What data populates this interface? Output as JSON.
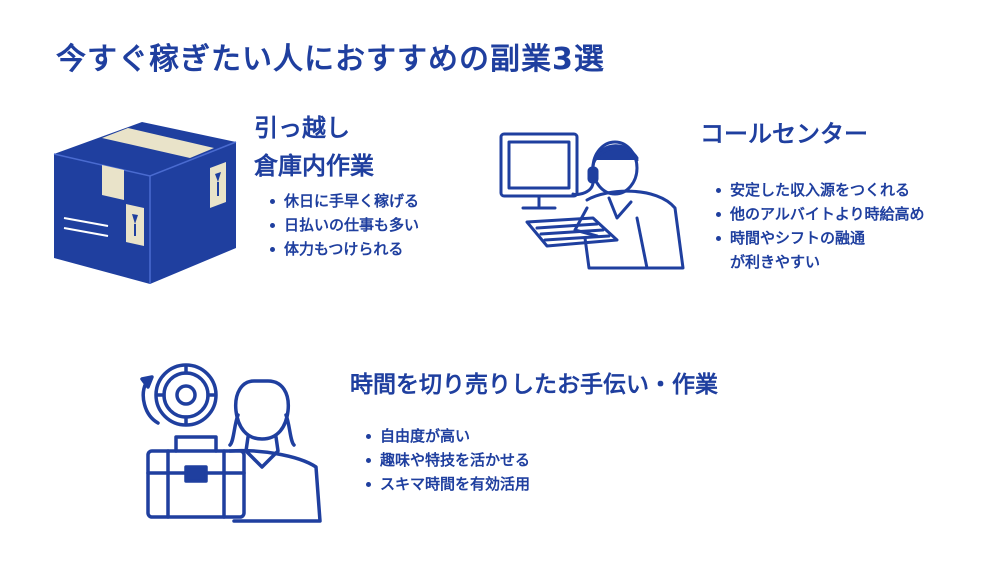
{
  "title": "今すぐ稼ぎたい人におすすめの副業3選",
  "sections": {
    "warehouse": {
      "title_line1": "引っ越し",
      "title_line2": "倉庫内作業",
      "bullets": [
        "休日に手早く稼げる",
        "日払いの仕事も多い",
        "体力もつけられる"
      ]
    },
    "callcenter": {
      "title": "コールセンター",
      "bullets": [
        "安定した収入源をつくれる",
        "他のアルバイトより時給高め",
        "時間やシフトの融通"
      ],
      "bullet3_cont": "が利きやすい"
    },
    "helper": {
      "title": "時間を切り売りしたお手伝い・作業",
      "bullets": [
        "自由度が高い",
        "趣味や特技を活かせる",
        "スキマ時間を有効活用"
      ]
    }
  },
  "colors": {
    "primary": "#1f3f9f",
    "box_tape": "#e9e3c9"
  }
}
